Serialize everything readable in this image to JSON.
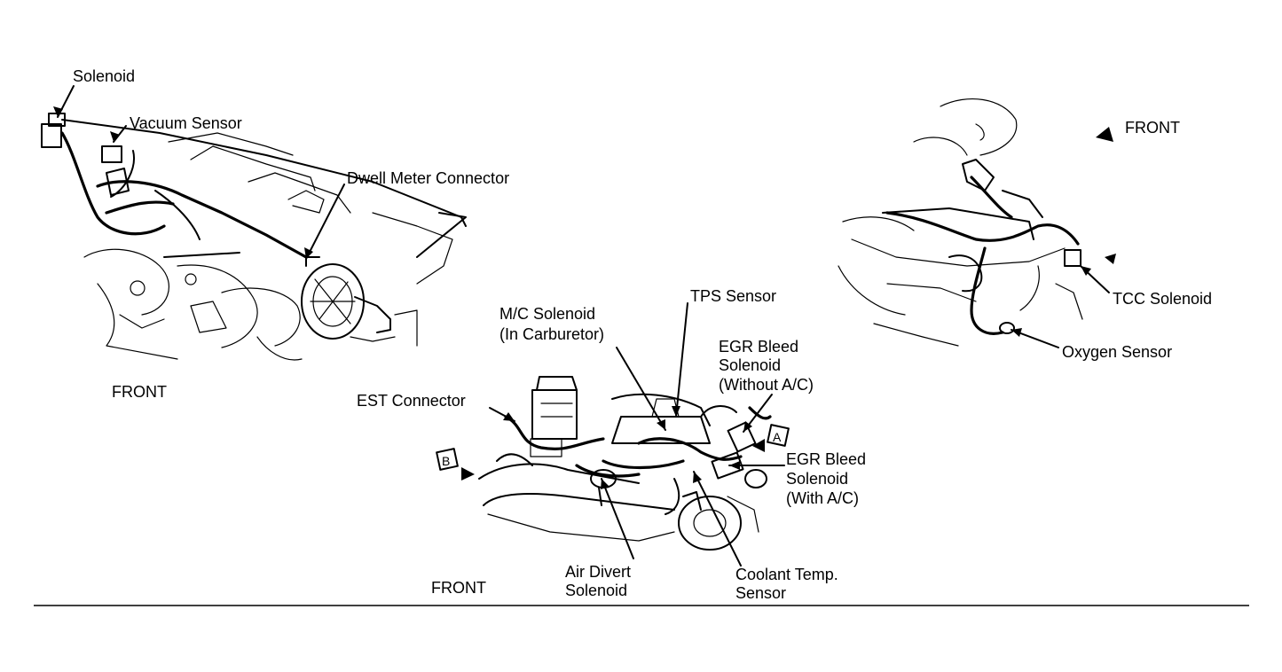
{
  "labels": {
    "solenoid": "Solenoid",
    "vacuum_sensor": "Vacuum Sensor",
    "dwell_meter_connector": "Dwell Meter Connector",
    "front_left": "FRONT",
    "tps_sensor": "TPS Sensor",
    "mc_solenoid_line1": "M/C Solenoid",
    "mc_solenoid_line2": "(In Carburetor)",
    "egr_without_line1": "EGR Bleed",
    "egr_without_line2": "Solenoid",
    "egr_without_line3": "(Without A/C)",
    "est_connector": "EST Connector",
    "marker_a": "A",
    "marker_b": "B",
    "egr_with_line1": "EGR Bleed",
    "egr_with_line2": "Solenoid",
    "egr_with_line3": "(With A/C)",
    "air_divert_line1": "Air Divert",
    "air_divert_line2": "Solenoid",
    "coolant_line1": "Coolant Temp.",
    "coolant_line2": "Sensor",
    "front_center": "FRONT",
    "front_right": "FRONT",
    "tcc_solenoid": "TCC Solenoid",
    "oxygen_sensor": "Oxygen Sensor"
  }
}
